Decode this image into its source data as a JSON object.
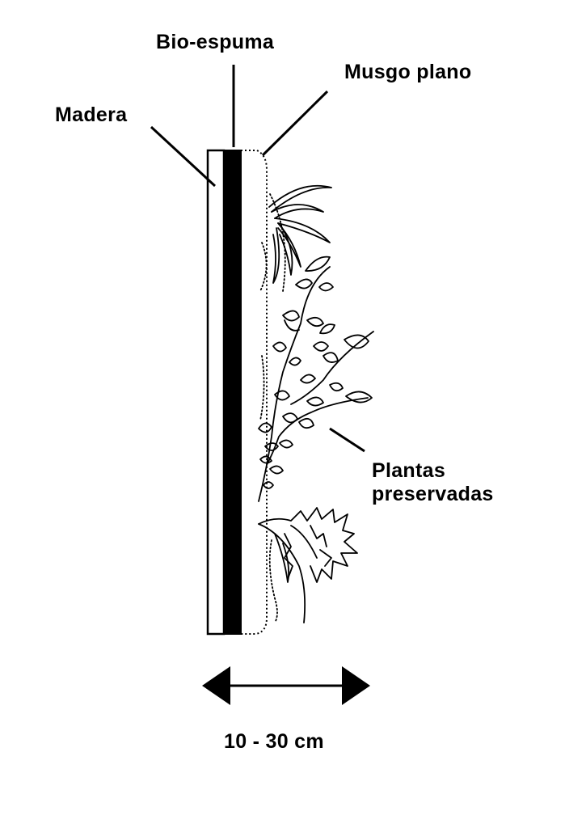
{
  "labels": {
    "wood": "Madera",
    "foam": "Bio-espuma",
    "moss": "Musgo plano",
    "plants_line1": "Plantas",
    "plants_line2": "preservadas",
    "dimension": "10 - 30 cm"
  },
  "colors": {
    "ink": "#000000",
    "background": "#ffffff"
  }
}
